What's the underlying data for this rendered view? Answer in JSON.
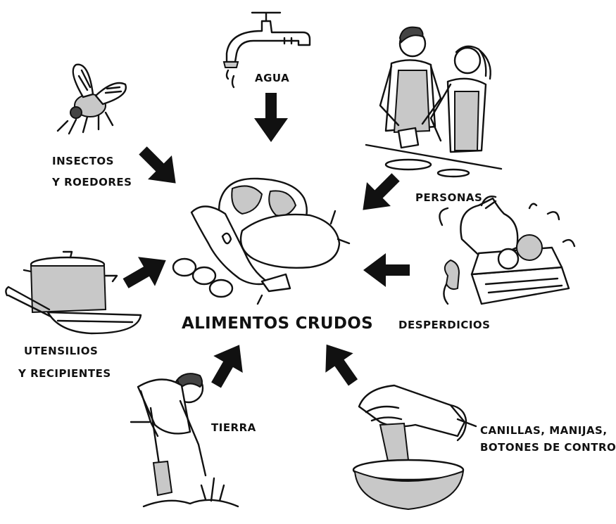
{
  "center": {
    "label": "ALIMENTOS CRUDOS"
  },
  "sources": {
    "agua": "AGUA",
    "insectos_line1": "INSECTOS",
    "insectos_line2": "Y ROEDORES",
    "personas": "PERSONAS",
    "desperdicios": "DESPERDICIOS",
    "utensilios_line1": "UTENSILIOS",
    "utensilios_line2": "Y RECIPIENTES",
    "tierra": "TIERRA",
    "canillas_line1": "CANILLAS, MANIJAS,",
    "canillas_line2": "BOTONES DE CONTROL"
  },
  "icons": {
    "agua": "faucet-icon",
    "insectos": "fly-icon",
    "personas": "people-cooking-icon",
    "desperdicios": "garbage-rat-icon",
    "utensilios": "pots-pans-icon",
    "tierra": "gardener-icon",
    "canillas": "hand-on-tap-icon",
    "center": "raw-food-icon"
  }
}
